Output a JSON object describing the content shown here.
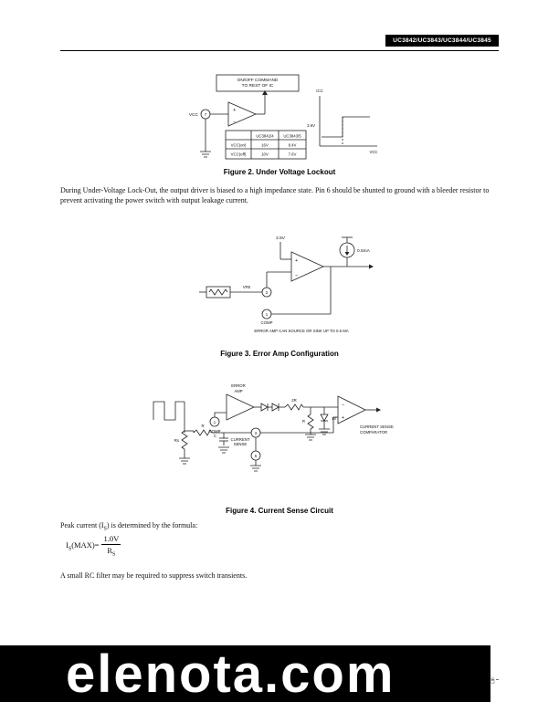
{
  "header": {
    "part_numbers": "UC3842/UC3843/UC3844/UC3845"
  },
  "body": {
    "uvlo_paragraph": "During Under-Voltage Lock-Out, the output driver is biased to a high impedance state. Pin 6 should be shunted to ground with a bleeder resistor to prevent activating the power switch with output leakage current.",
    "peak_current_prefix": "Peak current (I",
    "peak_current_sub": "S",
    "peak_current_suffix": ") is determined by the formula:",
    "rc_filter_note": "A small RC filter may be required to suppress switch transients."
  },
  "formula": {
    "lhs_base": "I",
    "lhs_sub": "S",
    "lhs_rest": "(MAX)=",
    "numerator": "1.0V",
    "denominator_base": "R",
    "denominator_sub": "S"
  },
  "figure2": {
    "caption": "Figure 2. Under Voltage Lockout",
    "command_line1": "ON/OFF COMMAND",
    "command_line2": "TO REST OF IC",
    "vcc_label": "VCC",
    "pin7": "7",
    "plus": "+",
    "minus": "−",
    "zener_label": "3.6V",
    "table": {
      "col1": "UC3842/4",
      "col2": "UC3843/5",
      "row1_label": "VCC(on)",
      "row1_v1": "16V",
      "row1_v2": "8.4V",
      "row2_label": "VCC(off)",
      "row2_v1": "10V",
      "row2_v2": "7.6V"
    },
    "graph": {
      "y_label": "ICC",
      "x_label": "VCC"
    }
  },
  "figure3": {
    "caption": "Figure 3. Error Amp Configuration",
    "ref_label": "2.5V",
    "source_label": "0.5mA",
    "pin2": "2",
    "pin1": "1",
    "vfb_label": "VFB",
    "comp_label": "COMP",
    "plus": "+",
    "minus": "−",
    "note": "ERROR AMP CAN SOURCE OR SINK UP TO 0.5 MA"
  },
  "figure4": {
    "caption": "Figure 4. Current Sense Circuit",
    "error_amp_line1": "ERROR",
    "error_amp_line2": "AMP",
    "comp_label": "COMP",
    "pin1": "1",
    "r2_label": "2R",
    "r_label": "R",
    "zener_label": "1V",
    "comparator_line1": "CURRENT SENSE",
    "comparator_line2": "COMPARATOR",
    "cs_line1": "CURRENT",
    "cs_line2": "SENSE",
    "pin3": "3",
    "pin5": "5",
    "filter_r_label": "R",
    "filter_c_label": "C",
    "rs_label": "Rs",
    "plus": "+",
    "minus": "−"
  },
  "footer": {
    "watermark": "elenota.com",
    "page_number": "5"
  }
}
